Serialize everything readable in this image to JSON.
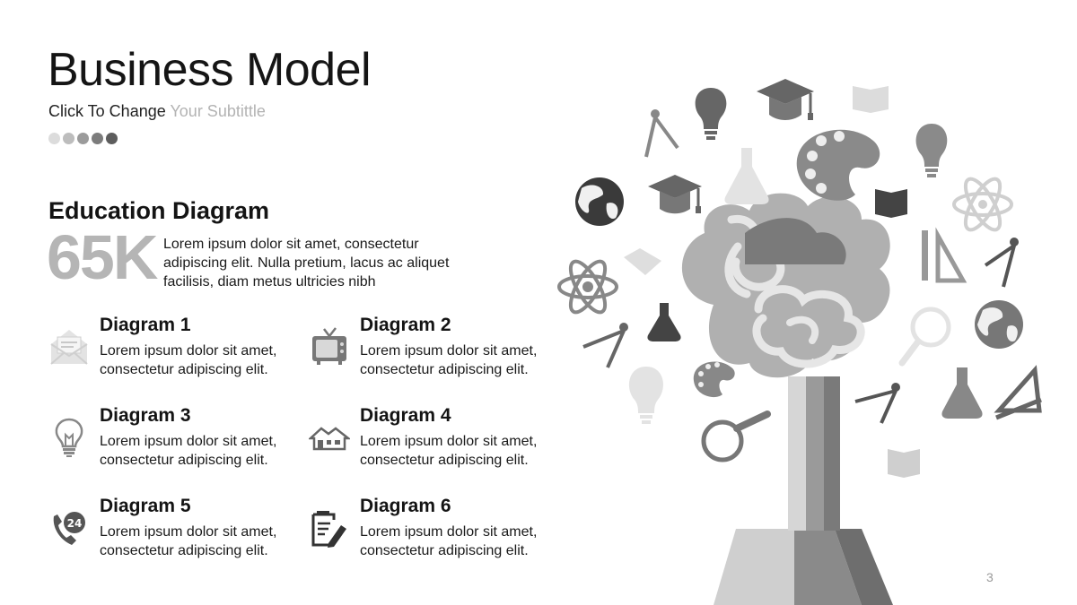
{
  "slide": {
    "title": "Business Model",
    "subtitle_main": "Click To Change",
    "subtitle_muted": "Your Subtittle",
    "page_number": "3",
    "dots": [
      "#dcdcdc",
      "#bdbdbd",
      "#9b9b9b",
      "#7c7c7c",
      "#5d5d5d"
    ]
  },
  "education": {
    "heading": "Education Diagram",
    "big_number": "65K",
    "lead": "Lorem ipsum dolor sit amet, consectetur adipiscing elit. Nulla pretium, lacus ac aliquet facilisis, diam metus ultricies nibh"
  },
  "diagrams": [
    {
      "title": "Diagram 1",
      "text": "Lorem ipsum dolor sit amet, consectetur adipiscing elit.",
      "icon": "envelope-icon"
    },
    {
      "title": "Diagram 2",
      "text": "Lorem ipsum dolor sit amet, consectetur adipiscing elit.",
      "icon": "tv-icon"
    },
    {
      "title": "Diagram 3",
      "text": "Lorem ipsum dolor sit amet, consectetur adipiscing elit.",
      "icon": "lightbulb-icon"
    },
    {
      "title": "Diagram 4",
      "text": "Lorem ipsum dolor sit amet, consectetur adipiscing elit.",
      "icon": "house-icon"
    },
    {
      "title": "Diagram 5",
      "text": "Lorem ipsum dolor sit amet, consectetur adipiscing elit.",
      "icon": "phone-24-icon"
    },
    {
      "title": "Diagram 6",
      "text": "Lorem ipsum dolor sit amet, consectetur adipiscing elit.",
      "icon": "document-pen-icon"
    }
  ],
  "illustration": {
    "icons": [
      "compass-icon",
      "lightbulb-icon",
      "graduation-cap-icon",
      "book-icon",
      "palette-icon",
      "globe-icon",
      "flask-icon",
      "atom-icon",
      "ruler-triangle-icon",
      "magnifier-icon"
    ],
    "center": "brain-tree-icon"
  }
}
